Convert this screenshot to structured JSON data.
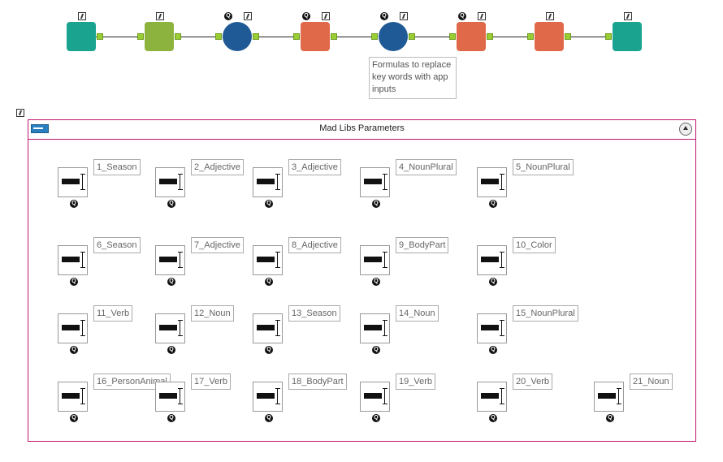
{
  "workflow": {
    "tools": [
      {
        "name": "input-data",
        "color": "#1aa38f",
        "has_q": false
      },
      {
        "name": "text-to-columns",
        "color": "#8cb33e",
        "has_q": false
      },
      {
        "name": "record-id",
        "color": "#1f5a96",
        "has_q": true
      },
      {
        "name": "transpose",
        "color": "#e0694a",
        "has_q": true
      },
      {
        "name": "formula",
        "color": "#1f5a96",
        "has_q": true
      },
      {
        "name": "cross-tab",
        "color": "#e0694a",
        "has_q": true
      },
      {
        "name": "summarize",
        "color": "#e0694a",
        "has_q": false
      },
      {
        "name": "browse",
        "color": "#1aa38f",
        "has_q": false
      }
    ],
    "annotation": "Formulas to replace key words with app inputs"
  },
  "container": {
    "title": "Mad Libs Parameters",
    "fields": [
      "1_Season",
      "2_Adjective",
      "3_Adjective",
      "4_NounPlural",
      "5_NounPlural",
      "6_Season",
      "7_Adjective",
      "8_Adjective",
      "9_BodyPart",
      "10_Color",
      "11_Verb",
      "12_Noun",
      "13_Season",
      "14_Noun",
      "15_NounPlural",
      "16_PersonAnimal",
      "17_Verb",
      "18_BodyPart",
      "19_Verb",
      "20_Verb",
      "21_Noun"
    ]
  }
}
